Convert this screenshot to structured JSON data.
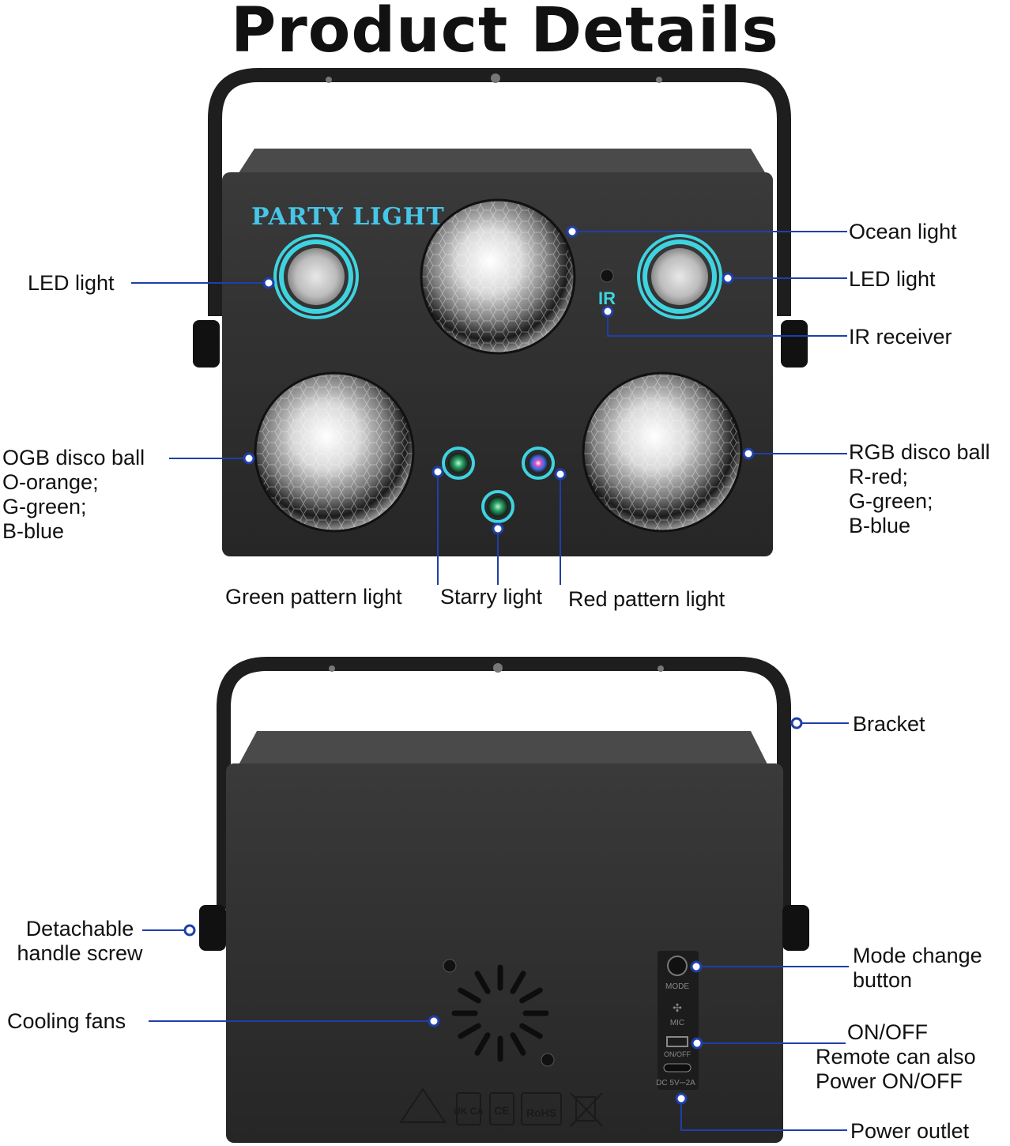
{
  "title": "Product Details",
  "front": {
    "brand": "PARTY LIGHT",
    "ir_marking": "IR",
    "labels": {
      "led_left": "LED light",
      "ocean": "Ocean light",
      "led_right": "LED light",
      "ir_receiver": "IR receiver",
      "ogb": [
        "OGB disco ball",
        "O-orange;",
        "G-green;",
        "B-blue"
      ],
      "rgb": [
        "RGB disco ball",
        "R-red;",
        "G-green;",
        "B-blue"
      ],
      "green_pattern": "Green pattern light",
      "starry": "Starry light",
      "red_pattern": "Red pattern light"
    }
  },
  "back": {
    "panel": {
      "mode": "MODE",
      "mic": "MIC",
      "onoff": "ON/OFF",
      "dc": "DC 5V⎓2A"
    },
    "certs": [
      "UK CA",
      "CE",
      "RoHS"
    ],
    "labels": {
      "bracket": "Bracket",
      "handle_screw": [
        "Detachable",
        "handle screw"
      ],
      "mode_button": [
        "Mode change",
        "button"
      ],
      "cooling": "Cooling fans",
      "onoff": [
        "ON/OFF",
        "Remote can also",
        "Power ON/OFF"
      ],
      "power_outlet": "Power outlet"
    }
  },
  "colors": {
    "callout": "#1f3fa8",
    "accent": "#3fd3e0",
    "body": "#2a2a2a"
  }
}
